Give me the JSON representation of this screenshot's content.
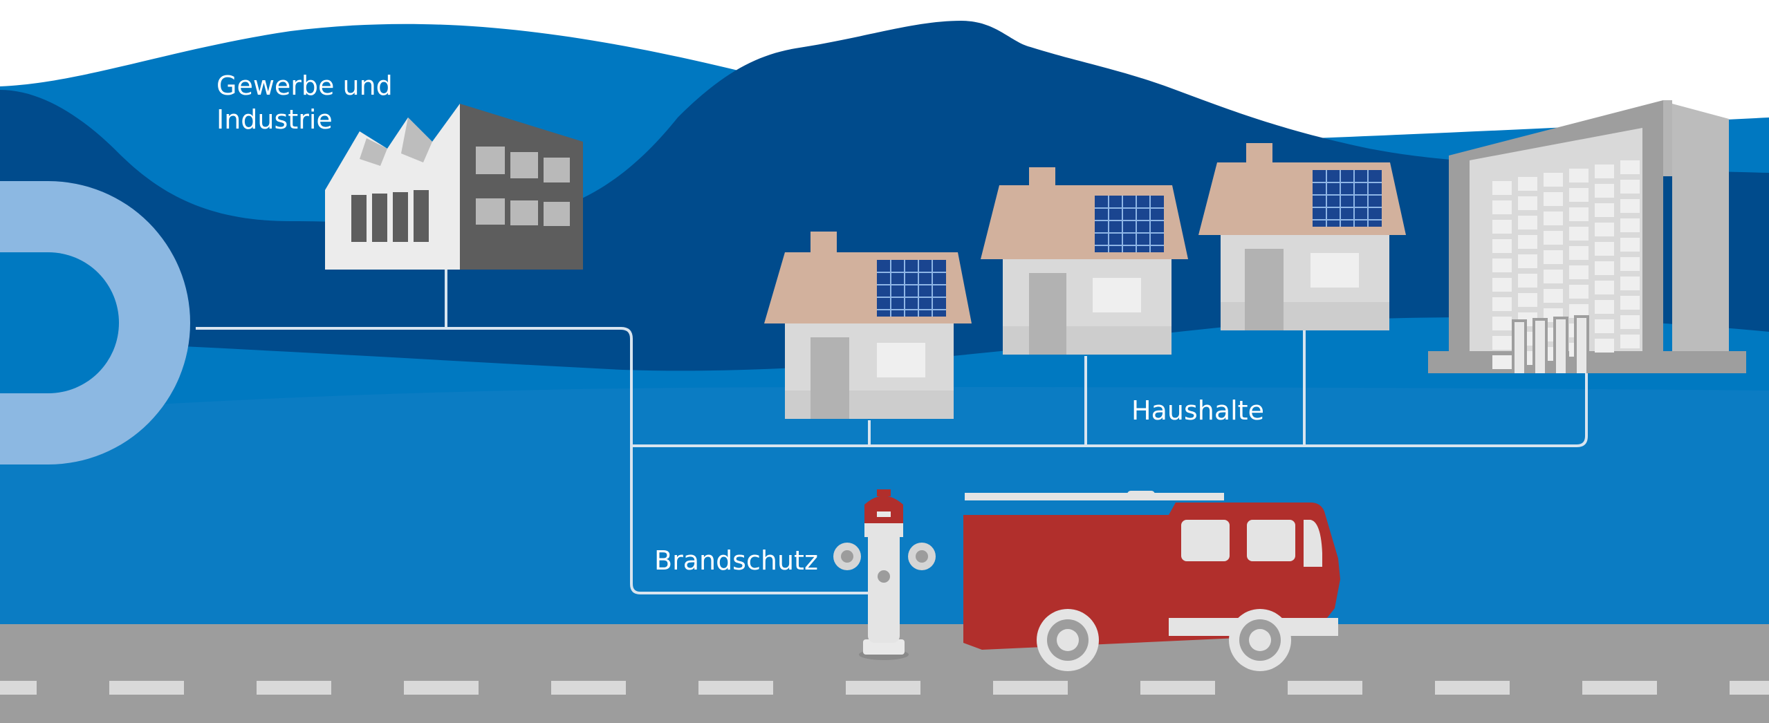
{
  "labels": {
    "industry_line1": "Gewerbe und",
    "industry_line2": "Industrie",
    "households": "Haushalte",
    "fire_protection": "Brandschutz"
  },
  "colors": {
    "sky": "#ffffff",
    "hill_light": "#0078c1",
    "hill_dark": "#004b8c",
    "ground_blue": "#0079c1",
    "water_tank": "#8cb8e2",
    "pipe": "#d8e4ef",
    "road": "#9d9d9d",
    "road_marking": "#d9d9d9",
    "roof": "#d2b19d",
    "house_wall": "#d9d9d9",
    "solar_panel": "#1a4590",
    "fire_truck": "#b12f2c",
    "factory_dark": "#5d5d5d",
    "factory_light": "#ececec"
  },
  "icons": [
    "water-tank-icon",
    "factory-icon",
    "house-icon",
    "apartment-building-icon",
    "hydrant-icon",
    "fire-truck-icon"
  ]
}
